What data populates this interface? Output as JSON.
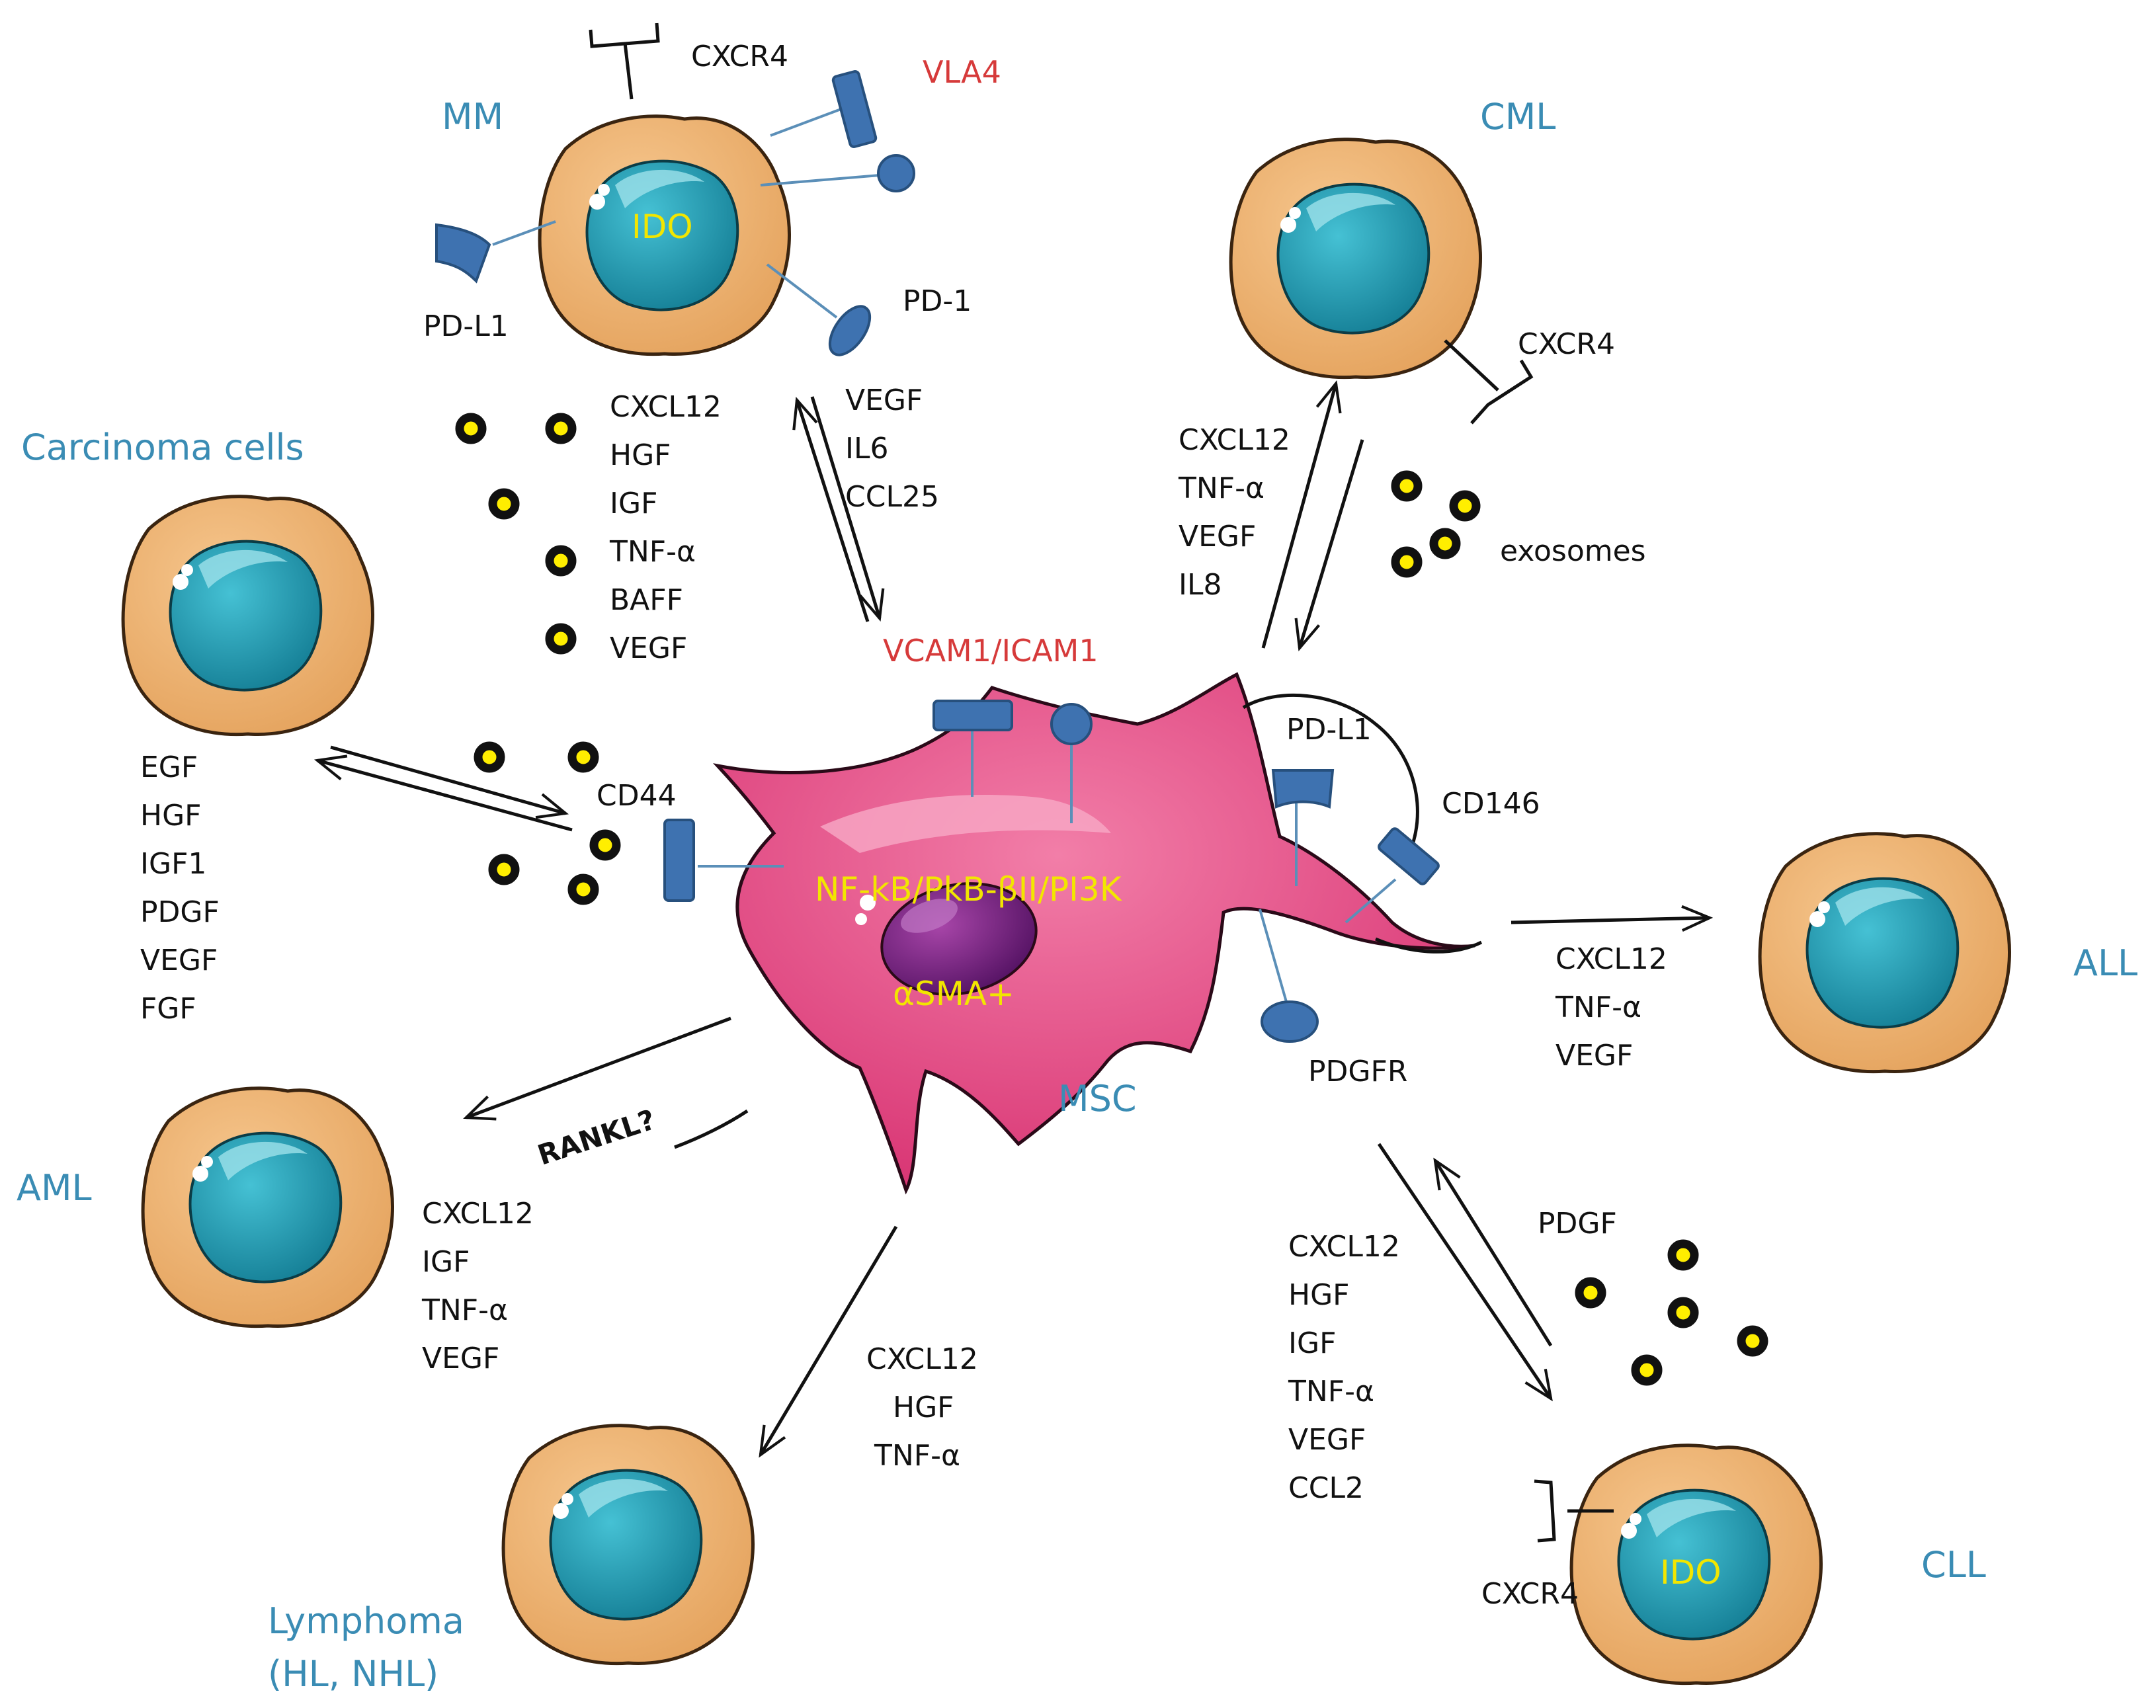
{
  "colors": {
    "cell_label": "#3a8cb4",
    "cytoplasm": "#eeb473",
    "nucleus": "#1f9bb2",
    "msc_body": "#e23c7a",
    "msc_nucleus": "#6a1f7a",
    "receptor": "#3e72b0",
    "adhesion_label": "#d63a3a",
    "pathway_label": "#f2e600",
    "vesicle_fill": "#ffee00"
  },
  "cells": {
    "mm": "MM",
    "cml": "CML",
    "carcinoma": "Carcinoma cells",
    "all": "ALL",
    "aml": "AML",
    "cll": "CLL",
    "lymphoma_line1": "Lymphoma",
    "lymphoma_line2": "(HL, NHL)",
    "msc": "MSC"
  },
  "markers": {
    "mm_cxcr4": "CXCR4",
    "vla4": "VLA4",
    "mm_pdl1": "PD-L1",
    "pd1": "PD-1",
    "mm_ido": "IDO",
    "cml_cxcr4": "CXCR4",
    "vcam_icam": "VCAM1/ICAM1",
    "cd44": "CD44",
    "msc_pdl1": "PD-L1",
    "cd146": "CD146",
    "pdgfr": "PDGFR",
    "pathway": "NF-kB/PkB-βII/PI3K",
    "asma": "αSMA+",
    "rankl": "RANKL?",
    "cll_cxcr4": "CXCR4",
    "cll_ido": "IDO",
    "exosomes": "exosomes"
  },
  "factors": {
    "mm_to_msc": [
      "CXCL12",
      "HGF",
      "IGF",
      "TNF-α",
      "BAFF",
      "VEGF"
    ],
    "msc_to_mm": [
      "VEGF",
      "IL6",
      "CCL25"
    ],
    "cml": [
      "CXCL12",
      "TNF-α",
      "VEGF",
      "IL8"
    ],
    "carcinoma": [
      "EGF",
      "HGF",
      "IGF1",
      "PDGF",
      "VEGF",
      "FGF"
    ],
    "all": [
      "CXCL12",
      "TNF-α",
      "VEGF"
    ],
    "aml": [
      "CXCL12",
      "IGF",
      "TNF-α",
      "VEGF"
    ],
    "lymphoma": [
      "CXCL12",
      "HGF",
      "TNF-α"
    ],
    "cll": [
      "CXCL12",
      "HGF",
      "IGF",
      "TNF-α",
      "VEGF",
      "CCL2"
    ],
    "cll_secreted": "PDGF"
  }
}
